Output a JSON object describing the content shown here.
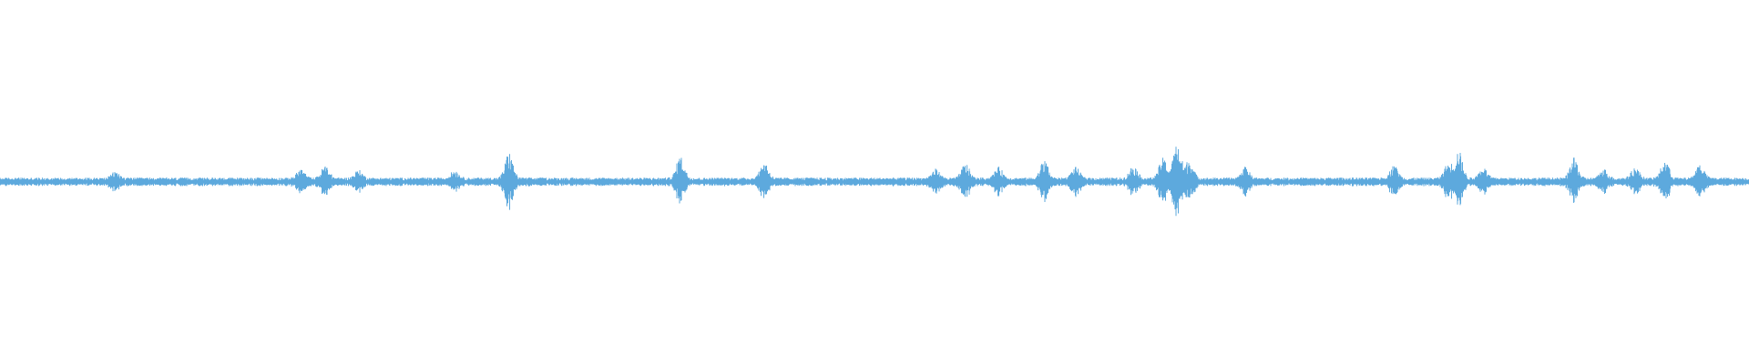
{
  "waveform": {
    "color": "#5da9dd",
    "background": "#ffffff",
    "baseline_amplitude": 0.012,
    "peaks": [
      {
        "pos": 0.066,
        "amp": 0.018
      },
      {
        "pos": 0.172,
        "amp": 0.025
      },
      {
        "pos": 0.186,
        "amp": 0.035
      },
      {
        "pos": 0.205,
        "amp": 0.022
      },
      {
        "pos": 0.26,
        "amp": 0.022
      },
      {
        "pos": 0.291,
        "amp": 0.07
      },
      {
        "pos": 0.389,
        "amp": 0.06
      },
      {
        "pos": 0.437,
        "amp": 0.045
      },
      {
        "pos": 0.535,
        "amp": 0.025
      },
      {
        "pos": 0.552,
        "amp": 0.04
      },
      {
        "pos": 0.571,
        "amp": 0.03
      },
      {
        "pos": 0.597,
        "amp": 0.05
      },
      {
        "pos": 0.615,
        "amp": 0.03
      },
      {
        "pos": 0.648,
        "amp": 0.035
      },
      {
        "pos": 0.665,
        "amp": 0.055
      },
      {
        "pos": 0.673,
        "amp": 0.095
      },
      {
        "pos": 0.68,
        "amp": 0.05
      },
      {
        "pos": 0.712,
        "amp": 0.03
      },
      {
        "pos": 0.797,
        "amp": 0.035
      },
      {
        "pos": 0.828,
        "amp": 0.04
      },
      {
        "pos": 0.834,
        "amp": 0.075
      },
      {
        "pos": 0.848,
        "amp": 0.03
      },
      {
        "pos": 0.9,
        "amp": 0.055
      },
      {
        "pos": 0.917,
        "amp": 0.025
      },
      {
        "pos": 0.935,
        "amp": 0.03
      },
      {
        "pos": 0.952,
        "amp": 0.05
      },
      {
        "pos": 0.972,
        "amp": 0.04
      }
    ]
  }
}
